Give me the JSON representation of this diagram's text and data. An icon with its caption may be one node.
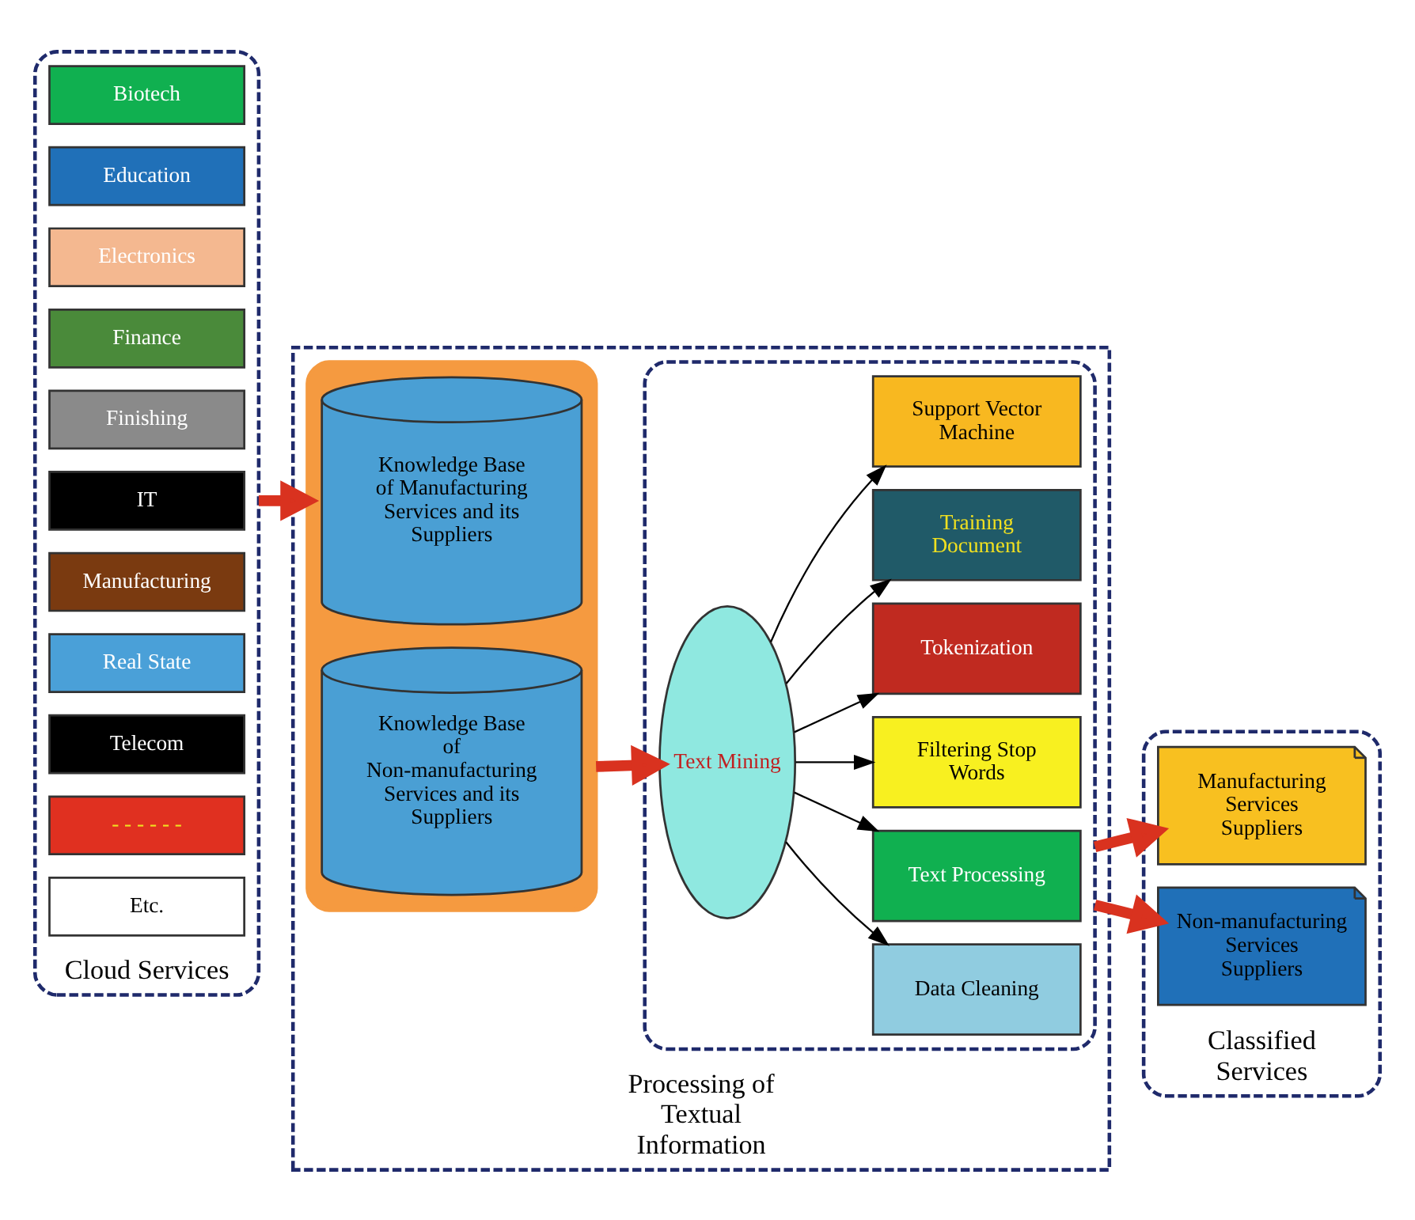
{
  "diagram": {
    "nodes": [
      {
        "text": [
          "Cloud Services"
        ]
      },
      {
        "text": [
          "Biotech"
        ],
        "in": 0
      },
      {
        "text": [
          "Education"
        ],
        "in": 0
      },
      {
        "text": [
          "Electronics"
        ],
        "in": 0
      },
      {
        "text": [
          "Finance"
        ],
        "in": 0
      },
      {
        "text": [
          "Finishing"
        ],
        "in": 0
      },
      {
        "text": [
          "IT"
        ],
        "in": 0
      },
      {
        "text": [
          "Manufacturing"
        ],
        "in": 0
      },
      {
        "text": [
          "Real State"
        ],
        "in": 0
      },
      {
        "text": [
          "Telecom"
        ],
        "in": 0
      },
      {
        "text": [
          "- - - - - -"
        ],
        "in": 0
      },
      {
        "text": [
          "Etc."
        ],
        "in": 0
      },
      {
        "text": [
          "Processing of Textual Information"
        ]
      },
      {
        "text": [],
        "shape": "box",
        "in": 12
      },
      {
        "text": [
          "Knowledge Base of Manufacturing Services and its Suppliers"
        ],
        "in": 13
      },
      {
        "text": [
          "Knowledge Base of Non-manufacturing Services and its Suppliers"
        ],
        "in": 13
      },
      {
        "text": [],
        "shape": "box",
        "in": 12
      },
      {
        "text": [
          "Text Mining"
        ],
        "in": 16
      },
      {
        "text": [
          "Data Cleaning"
        ],
        "in": 16
      },
      {
        "text": [
          "Text Processing"
        ],
        "in": 16
      },
      {
        "text": [
          "Filtering Stop Words"
        ],
        "in": 16
      },
      {
        "text": [
          "Tokenization"
        ],
        "in": 16
      },
      {
        "text": [
          "Training Document"
        ],
        "in": 16
      },
      {
        "text": [
          "Support Vector Machine"
        ],
        "in": 16
      },
      {
        "text": [
          "Classified Services"
        ]
      },
      {
        "text": [
          "Manufacturing Services Suppliers"
        ],
        "in": 24
      },
      {
        "text": [
          "Non-manufacturing Services Suppliers"
        ],
        "in": 24
      }
    ],
    "edges": [
      {
        "from": 0,
        "to": 13,
        "arrow": "to",
        "style": "thick",
        "color": "#d9321f"
      },
      {
        "from": 13,
        "to": 17,
        "arrow": "to",
        "style": "thick",
        "color": "#d9321f"
      },
      {
        "from": 17,
        "to": 18,
        "arrow": "to"
      },
      {
        "from": 17,
        "to": 19,
        "arrow": "to"
      },
      {
        "from": 17,
        "to": 20,
        "arrow": "to"
      },
      {
        "from": 17,
        "to": 21,
        "arrow": "to"
      },
      {
        "from": 17,
        "to": 22,
        "arrow": "to"
      },
      {
        "from": 17,
        "to": 23,
        "arrow": "to"
      },
      {
        "from": 16,
        "to": 25,
        "arrow": "to",
        "style": "thick",
        "color": "#d9321f"
      },
      {
        "from": 16,
        "to": 26,
        "arrow": "to",
        "style": "thick",
        "color": "#d9321f"
      }
    ]
  }
}
